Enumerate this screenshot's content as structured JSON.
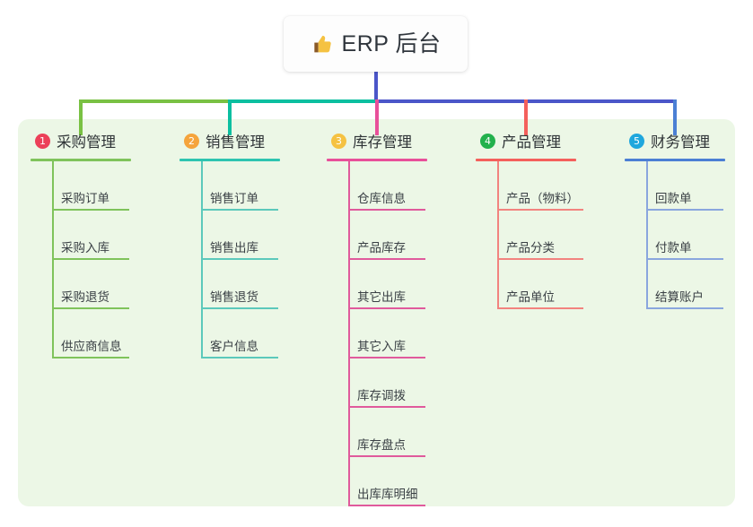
{
  "root": {
    "icon": "thumbs-up-icon",
    "title": "ERP 后台"
  },
  "colors": {
    "panel_bg": "#ecf7e6",
    "bus_green": "#79c143",
    "bus_teal": "#0bbfa0",
    "bus_blue": "#4b56c9",
    "drop_pink": "#e8509a",
    "drop_red": "#f4605c",
    "drop_blue": "#4b7fd4"
  },
  "columns": [
    {
      "index": "1",
      "title": "采购管理",
      "badge_color": "#ec4059",
      "rule_color": "#7fc35b",
      "line_color": "#7fc35b",
      "rule_width": 112,
      "item_rule_width": 86,
      "items": [
        "采购订单",
        "采购入库",
        "采购退货",
        "供应商信息"
      ]
    },
    {
      "index": "2",
      "title": "销售管理",
      "badge_color": "#f5a43c",
      "rule_color": "#2ec4b0",
      "line_color": "#5cc9bb",
      "rule_width": 112,
      "item_rule_width": 86,
      "items": [
        "销售订单",
        "销售出库",
        "销售退货",
        "客户信息"
      ]
    },
    {
      "index": "3",
      "title": "库存管理",
      "badge_color": "#f5c242",
      "rule_color": "#e8509a",
      "line_color": "#e05a9c",
      "rule_width": 112,
      "item_rule_width": 86,
      "items": [
        "仓库信息",
        "产品库存",
        "其它出库",
        "其它入库",
        "库存调拨",
        "库存盘点",
        "出库库明细"
      ]
    },
    {
      "index": "4",
      "title": "产品管理",
      "badge_color": "#22b14c",
      "rule_color": "#f4605c",
      "line_color": "#f2837f",
      "rule_width": 112,
      "item_rule_width": 96,
      "items": [
        "产品（物料）",
        "产品分类",
        "产品单位"
      ]
    },
    {
      "index": "5",
      "title": "财务管理",
      "badge_color": "#1fa7dd",
      "rule_color": "#4b7fd4",
      "line_color": "#8aa6de",
      "rule_width": 112,
      "item_rule_width": 86,
      "items": [
        "回款单",
        "付款单",
        "结算账户"
      ]
    }
  ]
}
